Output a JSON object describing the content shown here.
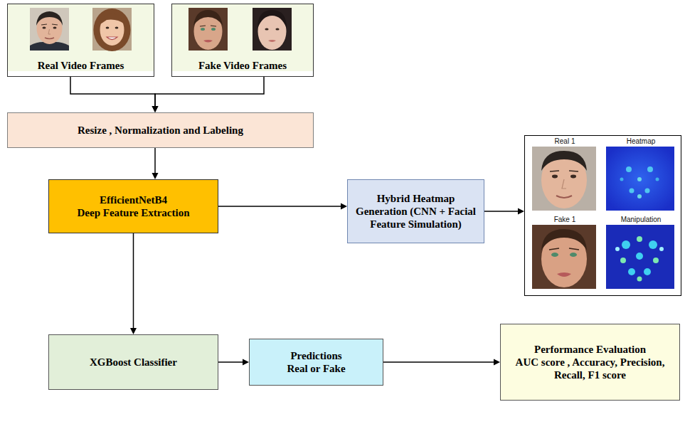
{
  "diagram": {
    "nodes": [
      {
        "text": [
          "Real Video Frames"
        ]
      },
      {
        "text": [
          "Fake Video Frames"
        ]
      },
      {
        "text": [
          "Resize , Normalization and Labeling"
        ]
      },
      {
        "text": [
          "EfficientNetB4",
          "Deep Feature Extraction"
        ]
      },
      {
        "text": [
          "Hybrid Heatmap Generation (CNN + Facial Feature Simulation)"
        ]
      },
      {
        "text": [
          "Real 1",
          "Heatmap",
          "Fake 1",
          "Manipulation"
        ]
      },
      {
        "text": [
          "XGBoost Classifier"
        ]
      },
      {
        "text": [
          "Predictions",
          "Real or Fake"
        ]
      },
      {
        "text": [
          "Performance Evaluation",
          "AUC score , Accuracy, Precision, Recall, F1 score"
        ]
      }
    ],
    "edges": [
      {
        "from": 0,
        "to": 2,
        "arrow": "to"
      },
      {
        "from": 1,
        "to": 2,
        "arrow": "to"
      },
      {
        "from": 2,
        "to": 3,
        "arrow": "to"
      },
      {
        "from": 3,
        "to": 4,
        "arrow": "to"
      },
      {
        "from": 4,
        "to": 5,
        "arrow": "to"
      },
      {
        "from": 3,
        "to": 6,
        "arrow": "to"
      },
      {
        "from": 6,
        "to": 7,
        "arrow": "to"
      },
      {
        "from": 7,
        "to": 8,
        "arrow": "to"
      }
    ]
  }
}
